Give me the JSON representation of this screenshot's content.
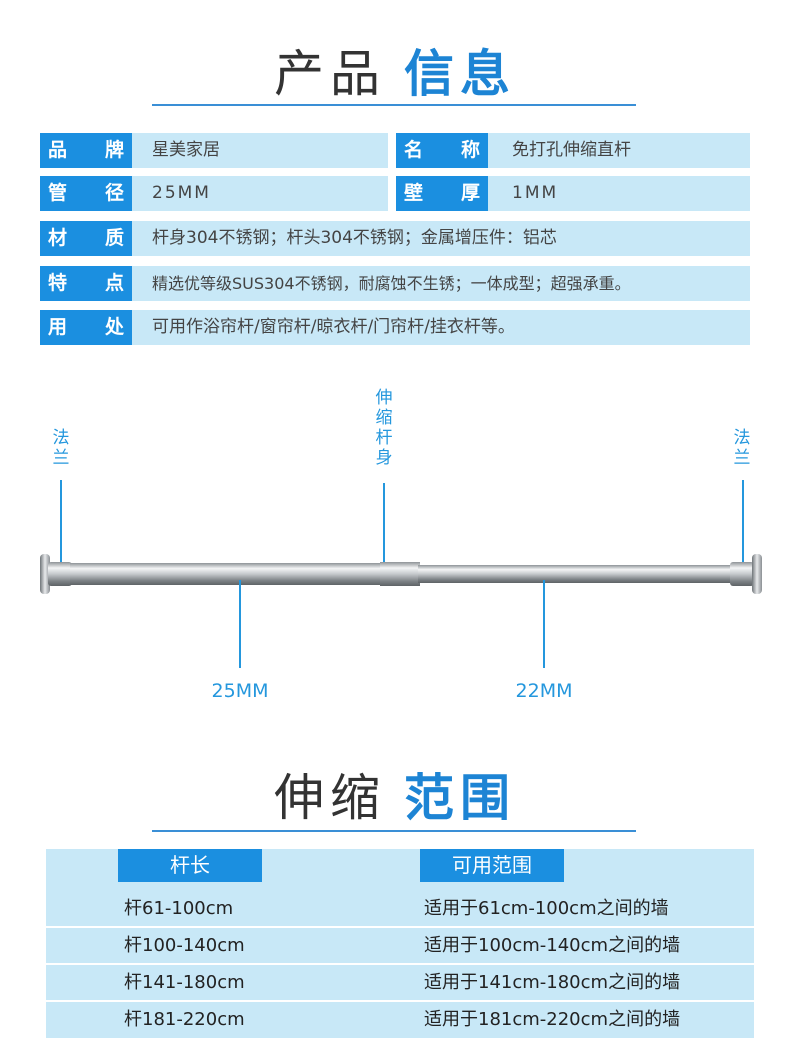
{
  "product_info": {
    "title_dark": "产品",
    "title_blue": "信息",
    "rows": [
      {
        "label": [
          "品",
          "牌"
        ],
        "value": "星美家居",
        "label2": [
          "名",
          "称"
        ],
        "value2": "免打孔伸缩直杆"
      },
      {
        "label": [
          "管",
          "径"
        ],
        "value": "25MM",
        "label2": [
          "壁",
          "厚"
        ],
        "value2": "1MM"
      },
      {
        "label": [
          "材",
          "质"
        ],
        "value": "杆身304不锈钢；杆头304不锈钢；金属增压件：铝芯"
      },
      {
        "label": [
          "特",
          "点"
        ],
        "value": "精选优等级SUS304不锈钢，耐腐蚀不生锈；一体成型；超强承重。"
      },
      {
        "label": [
          "用",
          "处"
        ],
        "value": "可用作浴帘杆/窗帘杆/晾衣杆/门帘杆/挂衣杆等。"
      }
    ]
  },
  "diagram": {
    "left_flange": "法兰",
    "right_flange": "法兰",
    "body_label": "伸缩杆身",
    "dim_left": "25MM",
    "dim_right": "22MM",
    "colors": {
      "accent": "#2497dd"
    }
  },
  "range": {
    "title_dark": "伸缩",
    "title_blue": "范围",
    "headers": [
      "杆长",
      "可用范围"
    ],
    "rows": [
      [
        "杆61-100cm",
        "适用于61cm-100cm之间的墙"
      ],
      [
        "杆100-140cm",
        "适用于100cm-140cm之间的墙"
      ],
      [
        "杆141-180cm",
        "适用于141cm-180cm之间的墙"
      ],
      [
        "杆181-220cm",
        "适用于181cm-220cm之间的墙"
      ]
    ]
  }
}
